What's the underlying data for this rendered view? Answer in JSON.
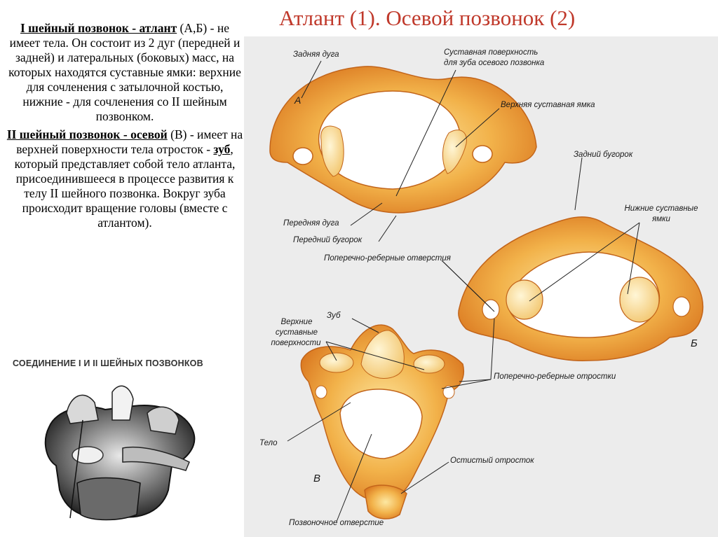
{
  "left_text": {
    "p1_heading": "I шейный позвонок - атлант",
    "p1_body": " (А,Б) - не имеет тела. Он состоит из 2 дуг (передней и задней) и латеральных (боковых) масс, на которых находятся суставные ямки: верхние для сочленения с затылочной костью, нижние - для сочленения со II шейным позвонком.",
    "p2_heading": "II шейный позвонок - осевой",
    "p2_body_1": " (В) - имеет на верхней поверхности тела отросток - ",
    "p2_zub": "зуб",
    "p2_body_2": ", который представляет собой тело атланта, присоединившееся в процессе развития к телу II шейного позвонка. Вокруг зуба происходит вращение головы  (вместе с атлантом).",
    "joint_caption": "СОЕДИНЕНИЕ I И II ШЕЙНЫХ ПОЗВОНКОВ"
  },
  "title": "Атлант (1). Осевой позвонок (2)",
  "figure": {
    "letters": {
      "a": "А",
      "b": "Б",
      "v": "В"
    },
    "labels": {
      "zadnyaya_duga": "Задняя дуга",
      "sustavnaya_1": "Суставная поверхность",
      "sustavnaya_2": "для зуба осевого позвонка",
      "verhnyaya_yamka": "Верхняя суставная ямка",
      "zadniy_bugorok": "Задний бугорок",
      "nizhnie_1": "Нижние суставные",
      "nizhnie_2": "ямки",
      "perednyaya_duga": "Передняя дуга",
      "peredniy_bugorok": "Передний бугорок",
      "poperechno_otverstiya": "Поперечно-реберные отверстия",
      "zub": "Зуб",
      "verhnie_1": "Верхние",
      "verhnie_2": "суставные",
      "verhnie_3": "поверхности",
      "poperechno_otrostki": "Поперечно-реберные отростки",
      "telo": "Тело",
      "ostistiy": "Остистый отросток",
      "pozvonochnoe": "Позвоночное отверстие"
    }
  }
}
